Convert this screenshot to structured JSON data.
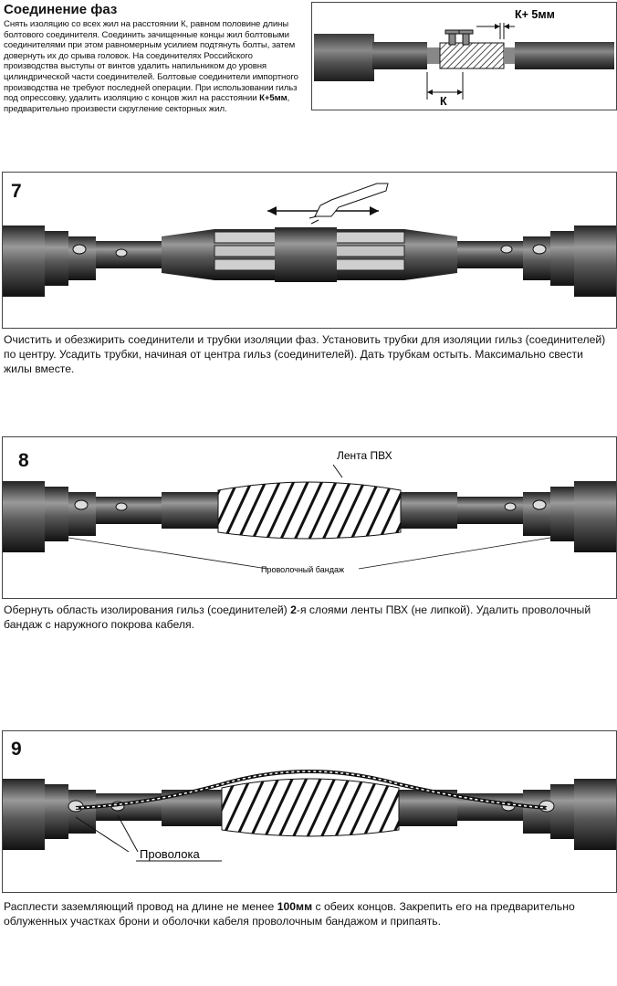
{
  "header": {
    "title": "Соединение фаз",
    "intro_parts": [
      {
        "t": "Снять изоляцию со всех жил на расстоянии К, равном половине длины болтового соединителя. Соединить зачищенные концы жил болтовыми соединителями при этом равномерным усилием подтянуть болты, затем довернуть их до срыва головок. На соединителях Российского производства выступы от винтов удалить напильником до уровня цилиндрической части соединителей. Болтовые соединители импортного производства не требуют последней операции. При использовании гильз под опрессовку, удалить изоляцию с концов жил на расстоянии ",
        "b": false
      },
      {
        "t": "К+5мм",
        "b": true
      },
      {
        "t": ", предварительно произвести скругление секторных жил.",
        "b": false
      }
    ],
    "fig_labels": {
      "k_plus": "К+ 5мм",
      "k": "К"
    }
  },
  "steps": [
    {
      "number": "7",
      "desc_parts": [
        {
          "t": "Очистить и обезжирить соединители и трубки изоляции фаз. Установить трубки для изоляции гильз (соединителей) по центру. Усадить трубки, начиная от центра гильз (соединителей). Дать трубкам остыть. Максимально свести жилы вместе.",
          "b": false
        }
      ]
    },
    {
      "number": "8",
      "labels": {
        "tape": "Лента ПВХ",
        "bandage": "Проволочный бандаж"
      },
      "desc_parts": [
        {
          "t": "Обернуть область изолирования гильз (соединителей) ",
          "b": false
        },
        {
          "t": "2",
          "b": true
        },
        {
          "t": "-я слоями ленты ПВХ (не липкой). Удалить проволочный бандаж  с наружного покрова кабеля.",
          "b": false
        }
      ]
    },
    {
      "number": "9",
      "labels": {
        "wire": "Проволока"
      },
      "desc_parts": [
        {
          "t": "Расплести заземляющий провод на длине не менее ",
          "b": false
        },
        {
          "t": "100мм",
          "b": true
        },
        {
          "t": " с обеих концов.  Закрепить его на предварительно облуженных участках брони и оболочки кабеля проволочным бандажом и припаять.",
          "b": false
        }
      ]
    }
  ]
}
